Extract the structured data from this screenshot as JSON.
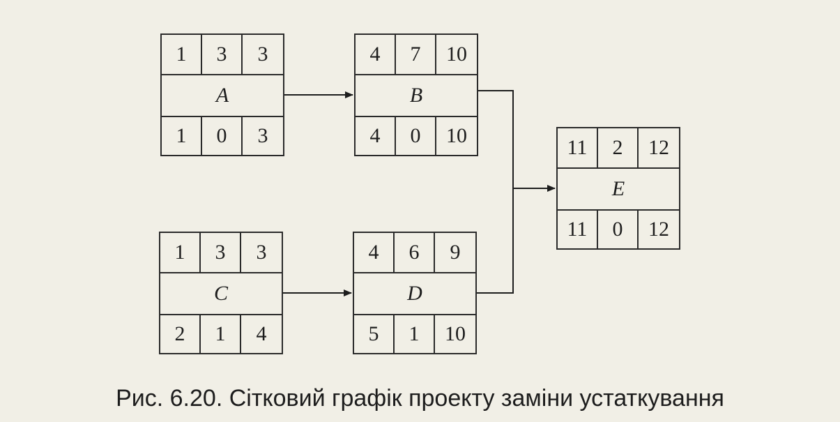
{
  "caption": "Рис. 6.20. Сітковий графік проекту заміни устаткування",
  "nodes": {
    "a": {
      "name": "A",
      "top": [
        "1",
        "3",
        "3"
      ],
      "bottom": [
        "1",
        "0",
        "3"
      ]
    },
    "b": {
      "name": "B",
      "top": [
        "4",
        "7",
        "10"
      ],
      "bottom": [
        "4",
        "0",
        "10"
      ]
    },
    "c": {
      "name": "C",
      "top": [
        "1",
        "3",
        "3"
      ],
      "bottom": [
        "2",
        "1",
        "4"
      ]
    },
    "d": {
      "name": "D",
      "top": [
        "4",
        "6",
        "9"
      ],
      "bottom": [
        "5",
        "1",
        "10"
      ]
    },
    "e": {
      "name": "E",
      "top": [
        "11",
        "2",
        "12"
      ],
      "bottom": [
        "11",
        "0",
        "12"
      ]
    }
  },
  "edges": [
    {
      "from": "A",
      "to": "B"
    },
    {
      "from": "C",
      "to": "D"
    },
    {
      "from": "B",
      "to": "E"
    },
    {
      "from": "D",
      "to": "E"
    }
  ]
}
